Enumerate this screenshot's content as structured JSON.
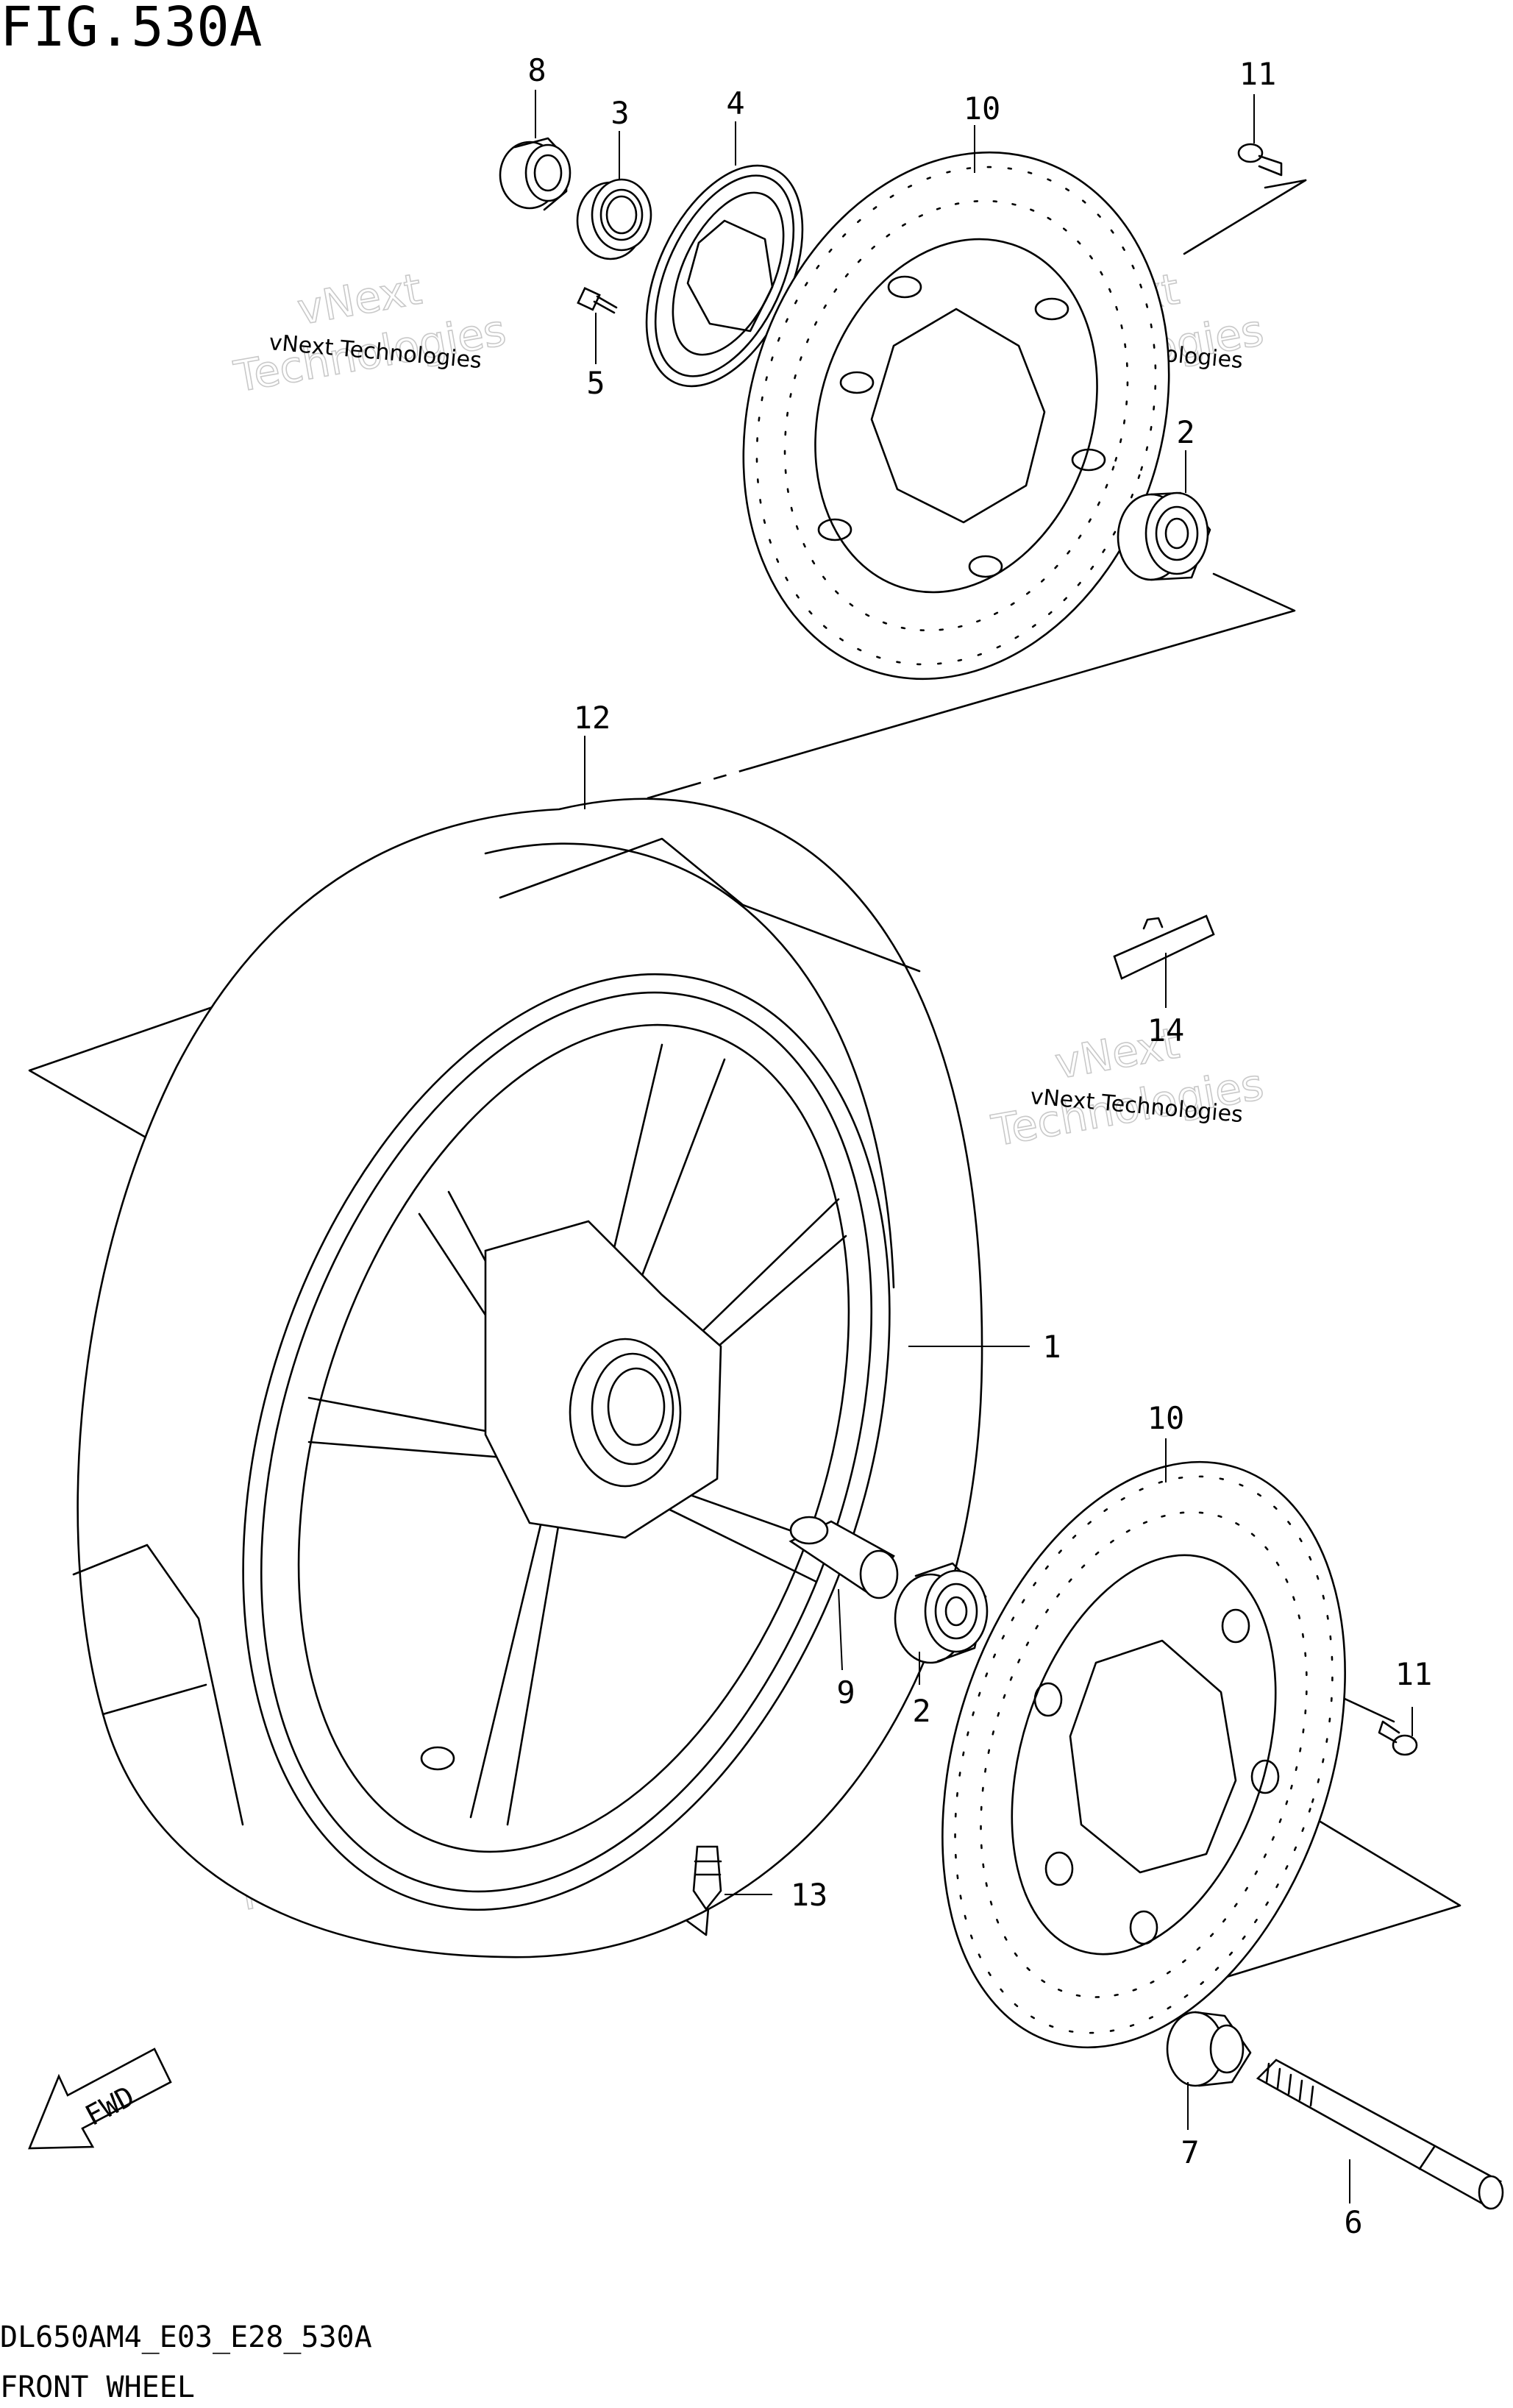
{
  "figure": {
    "title": "FIG.530A",
    "code": "DL650AM4_E03_E28_530A",
    "name": "FRONT WHEEL"
  },
  "fwd_label": "FWD",
  "callouts": [
    {
      "id": "c8",
      "label": "8"
    },
    {
      "id": "c3",
      "label": "3"
    },
    {
      "id": "c4",
      "label": "4"
    },
    {
      "id": "c10a",
      "label": "10"
    },
    {
      "id": "c11a",
      "label": "11"
    },
    {
      "id": "c5",
      "label": "5"
    },
    {
      "id": "c2a",
      "label": "2"
    },
    {
      "id": "c12",
      "label": "12"
    },
    {
      "id": "c14",
      "label": "14"
    },
    {
      "id": "c1",
      "label": "1"
    },
    {
      "id": "c10b",
      "label": "10"
    },
    {
      "id": "c11b",
      "label": "11"
    },
    {
      "id": "c9",
      "label": "9"
    },
    {
      "id": "c2b",
      "label": "2"
    },
    {
      "id": "c13",
      "label": "13"
    },
    {
      "id": "c7",
      "label": "7"
    },
    {
      "id": "c6",
      "label": "6"
    }
  ],
  "watermark": {
    "line1": "vNext Technologies",
    "line2a": "vNext",
    "line2b": "Technologies"
  }
}
